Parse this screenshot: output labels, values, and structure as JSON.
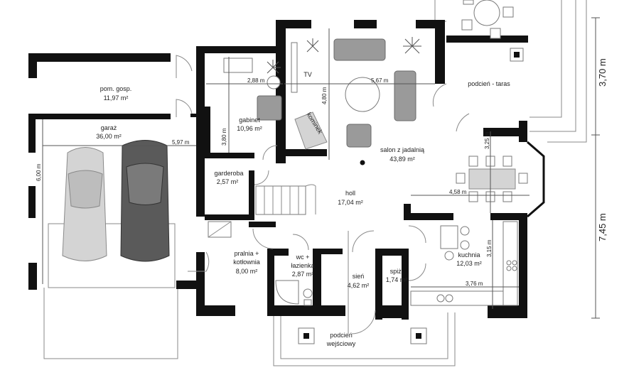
{
  "rooms": [
    {
      "id": "pom-gosp",
      "name": "pom. gosp.",
      "area": "11,97 m²"
    },
    {
      "id": "garaz",
      "name": "garaż",
      "area": "36,00 m²"
    },
    {
      "id": "gabinet",
      "name": "gabinet",
      "area": "10,96 m²"
    },
    {
      "id": "salon",
      "name": "salon z jadalnią",
      "area": "43,89 m²"
    },
    {
      "id": "podcien-taras",
      "name": "podcień - taras",
      "area": ""
    },
    {
      "id": "garderoba",
      "name": "garderoba",
      "area": "2,57 m²"
    },
    {
      "id": "holl",
      "name": "holl",
      "area": "17,04 m²"
    },
    {
      "id": "pralnia",
      "name": "pralnia +",
      "name2": "kotłownia",
      "area": "8,00 m²"
    },
    {
      "id": "wc",
      "name": "wc +",
      "name2": "łazienka",
      "area": "2,87 m²"
    },
    {
      "id": "sien",
      "name": "sień",
      "area": "4,62 m²"
    },
    {
      "id": "spiz",
      "name": "spiż.",
      "area": "1,74 m²"
    },
    {
      "id": "kuchnia",
      "name": "kuchnia",
      "area": "12,03 m²"
    },
    {
      "id": "podcien-wejsciowy",
      "name": "podcień",
      "name2": "wejściowy",
      "area": ""
    }
  ],
  "labels": {
    "tv": "TV",
    "kominek": "kominek"
  },
  "dimensions": {
    "gabinet_width": "2,88 m",
    "gabinet_height": "3,80 m",
    "salon_height": "4,80 m",
    "salon_width": "5,67 m",
    "garage_width": "5,97 m",
    "garage_depth": "6,00 m",
    "dining_width": "4,58 m",
    "dining_height": "3,25 m",
    "kitchen_height": "3,15 m",
    "kitchen_width": "3,76 m",
    "overall_top": "3,70 m",
    "overall_bottom": "7,45 m"
  }
}
